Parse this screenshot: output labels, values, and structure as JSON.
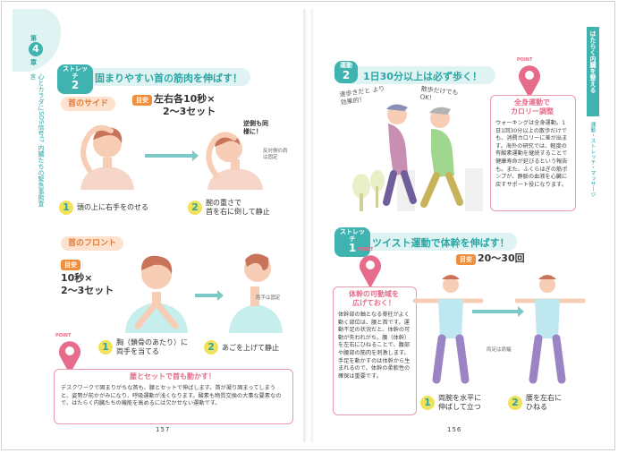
{
  "left": {
    "chapter": {
      "label": "第",
      "num": "4",
      "unit": "章"
    },
    "side_title": "心とカラダにSOS信号!? 内臓たちの緊急事態宣言",
    "section": {
      "tag": "ストレッチ",
      "num": "2",
      "title": "固まりやすい首の筋肉を伸ばす！"
    },
    "side": {
      "label": "首のサイド",
      "meyasu": "目安",
      "reps_line1": "左右各10秒×",
      "reps_line2": "2～3セット",
      "callout": "逆側も同様に！",
      "note": "反対側の肩は固定",
      "step1_num": "1",
      "step1_text": "頭の上に右手をのせる",
      "step2_num": "2",
      "step2_line1": "腕の重さで",
      "step2_line2": "首を右に倒して静止"
    },
    "front": {
      "label": "首のフロント",
      "meyasu": "目安",
      "reps_line1": "10秒×",
      "reps_line2": "2～3セット",
      "note": "両手は固定",
      "step1_num": "1",
      "step1_line1": "胸（鎖骨のあたり）に",
      "step1_line2": "両手を当てる",
      "step2_num": "2",
      "step2_text": "あごを上げて静止"
    },
    "point": {
      "badge": "POINT",
      "head": "腰とセットで首も動かす！",
      "body": "デスクワークで固まりがちな首も、腰とセットで伸ばします。首が凝り固まってしまうと、姿勢が前かがみになり、呼吸運動が浅くなります。酸素も物質交換の大事な要素なので、はたらく内臓たちの機能を高めるには欠かせない運動です。"
    },
    "page_number": "157"
  },
  "right": {
    "side_tab": "はたらく内臓を整える",
    "side_sub": "運動・ストレッチ・マッサージ",
    "section1": {
      "tag": "運動",
      "num": "2",
      "title": "1日30分以上は必ず歩く！"
    },
    "bubble1": "速歩きだと より効果的！",
    "bubble2": "散歩だけでも OK！",
    "point1": {
      "badge": "POINT",
      "head_line1": "全身運動で",
      "head_line2": "カロリー調整",
      "body": "ウォーキングは全身運動。1日1回30分以上の散歩だけでも、消費カロリーに差が出ます。海外の研究では、軽度の有酸素運動を継続することで健康寿命が延びるという報告も。また、ふくらはぎの筋ポンプが、静脈の血液を心臓に戻すサポート役になります。"
    },
    "section2": {
      "tag": "ストレッチ",
      "num": "1",
      "title": "ツイスト運動で体幹を伸ばす！"
    },
    "meyasu": "目安",
    "reps": "20～30回",
    "note": "両足は肩幅",
    "point2": {
      "badge": "POINT",
      "head_line1": "体幹の可動域を",
      "head_line2": "広げておく！",
      "body": "体幹部の軸となる脊柱がよく動く部位は、腰と首です。運動不足の状況だと、体幹の可動が失われがち。腰（体幹）を左右にひねることで、腹部や腰部の筋肉を刺激します。手足を動かすのは体幹から生まれるので、体幹の柔軟性の確保は重要です。"
    },
    "step1_num": "1",
    "step1_line1": "両腕を水平に",
    "step1_line2": "伸ばして立つ",
    "step2_num": "2",
    "step2_line1": "腰を左右に",
    "step2_line2": "ひねる",
    "page_number": "156"
  },
  "colors": {
    "teal": "#2aa6a6",
    "pink": "#e56c8b",
    "orange": "#ef8f3e",
    "yellow": "#f2e15a"
  }
}
